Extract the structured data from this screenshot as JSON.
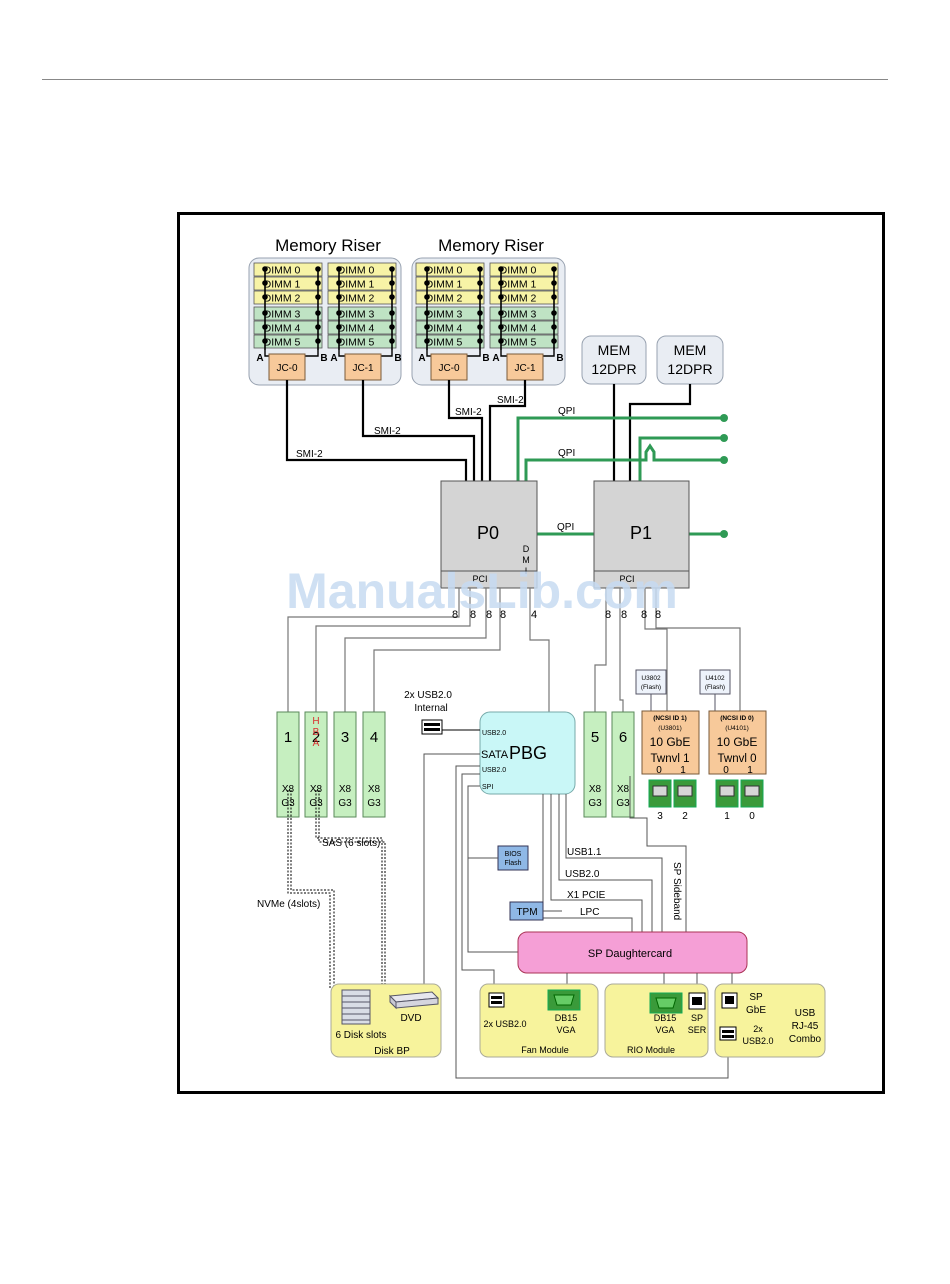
{
  "risers": [
    {
      "title": "Memory Riser",
      "jc_left": "JC-0",
      "jc_right": "JC-1"
    },
    {
      "title": "Memory Riser",
      "jc_left": "JC-0",
      "jc_right": "JC-1"
    }
  ],
  "dimm_labels": [
    "DIMM 0",
    "DIMM 1",
    "DIMM 2",
    "DIMM 3",
    "DIMM 4",
    "DIMM 5"
  ],
  "channel_a": "A",
  "channel_b": "B",
  "mem12": {
    "line1": "MEM",
    "line2": "12DPR"
  },
  "links": {
    "smi": "SMI-2",
    "qpi": "QPI",
    "dmi": "D\nM\nI",
    "pci": "PCI"
  },
  "cpus": {
    "p0": "P0",
    "p1": "P1"
  },
  "lane_labels": {
    "x8": "8",
    "x4": "4"
  },
  "slots": [
    {
      "num": "1",
      "desc": "X8\nG3"
    },
    {
      "num": "2",
      "hba": "H\nB\nA",
      "desc": "X8\nG3"
    },
    {
      "num": "3",
      "desc": "X8\nG3"
    },
    {
      "num": "4",
      "desc": "X8\nG3"
    },
    {
      "num": "5",
      "desc": "X8\nG3"
    },
    {
      "num": "6",
      "desc": "X8\nG3"
    }
  ],
  "pbg": {
    "title": "PBG",
    "usb_top": "USB2.0",
    "sata": "SATA",
    "usb_bot": "USB2.0",
    "spi": "SPI"
  },
  "usb_internal": {
    "line1": "2x USB2.0",
    "line2": "Internal"
  },
  "nics": [
    {
      "flash_id": "U3802",
      "flash": "(Flash)",
      "ncsi": "(NCSI ID 1)",
      "chip": "(U3801)",
      "speed": "10 GbE",
      "name": "Twnvl 1",
      "ports": [
        "0",
        "1"
      ],
      "phys": [
        "3",
        "2"
      ]
    },
    {
      "flash_id": "U4102",
      "flash": "(Flash)",
      "ncsi": "(NCSI ID 0)",
      "chip": "(U4101)",
      "speed": "10 GbE",
      "name": "Twnvl 0",
      "ports": [
        "0",
        "1"
      ],
      "phys": [
        "1",
        "0"
      ]
    }
  ],
  "bios": {
    "line1": "BIOS",
    "line2": "Flash"
  },
  "tpm": "TPM",
  "bus_labels": {
    "usb11": "USB1.1",
    "usb20": "USB2.0",
    "x1pcie": "X1 PCIE",
    "lpc": "LPC",
    "sp_sideband": "SP Sideband"
  },
  "sas": "SAS (6 slots)",
  "nvme": "NVMe (4slots)",
  "sp_daughtercard": "SP Daughtercard",
  "disk_bp": {
    "title": "Disk BP",
    "slots": "6 Disk slots",
    "dvd": "DVD"
  },
  "fan_module": {
    "title": "Fan Module",
    "usb": "2x USB2.0",
    "vga": "DB15\nVGA"
  },
  "rio_module": {
    "title": "RIO Module",
    "vga": "DB15\nVGA",
    "ser": "SP\nSER"
  },
  "usb_combo": {
    "sp_gbe": "SP\nGbE",
    "usb": "2x\nUSB2.0",
    "title": "USB\nRJ-45\nCombo"
  },
  "watermark": "ManualsLib.com",
  "colors": {
    "dimm_yellow": "#f7f3a6",
    "dimm_green": "#bfe3c4",
    "jc": "#f7c99a",
    "pbg": "#c9f7f7",
    "slot": "#c6efc0",
    "nic": "#f7c99a",
    "sp_card": "#f59fd6",
    "module": "#f7f39c",
    "link_green": "#2f9a55",
    "watermark": "#c7dbf2"
  }
}
